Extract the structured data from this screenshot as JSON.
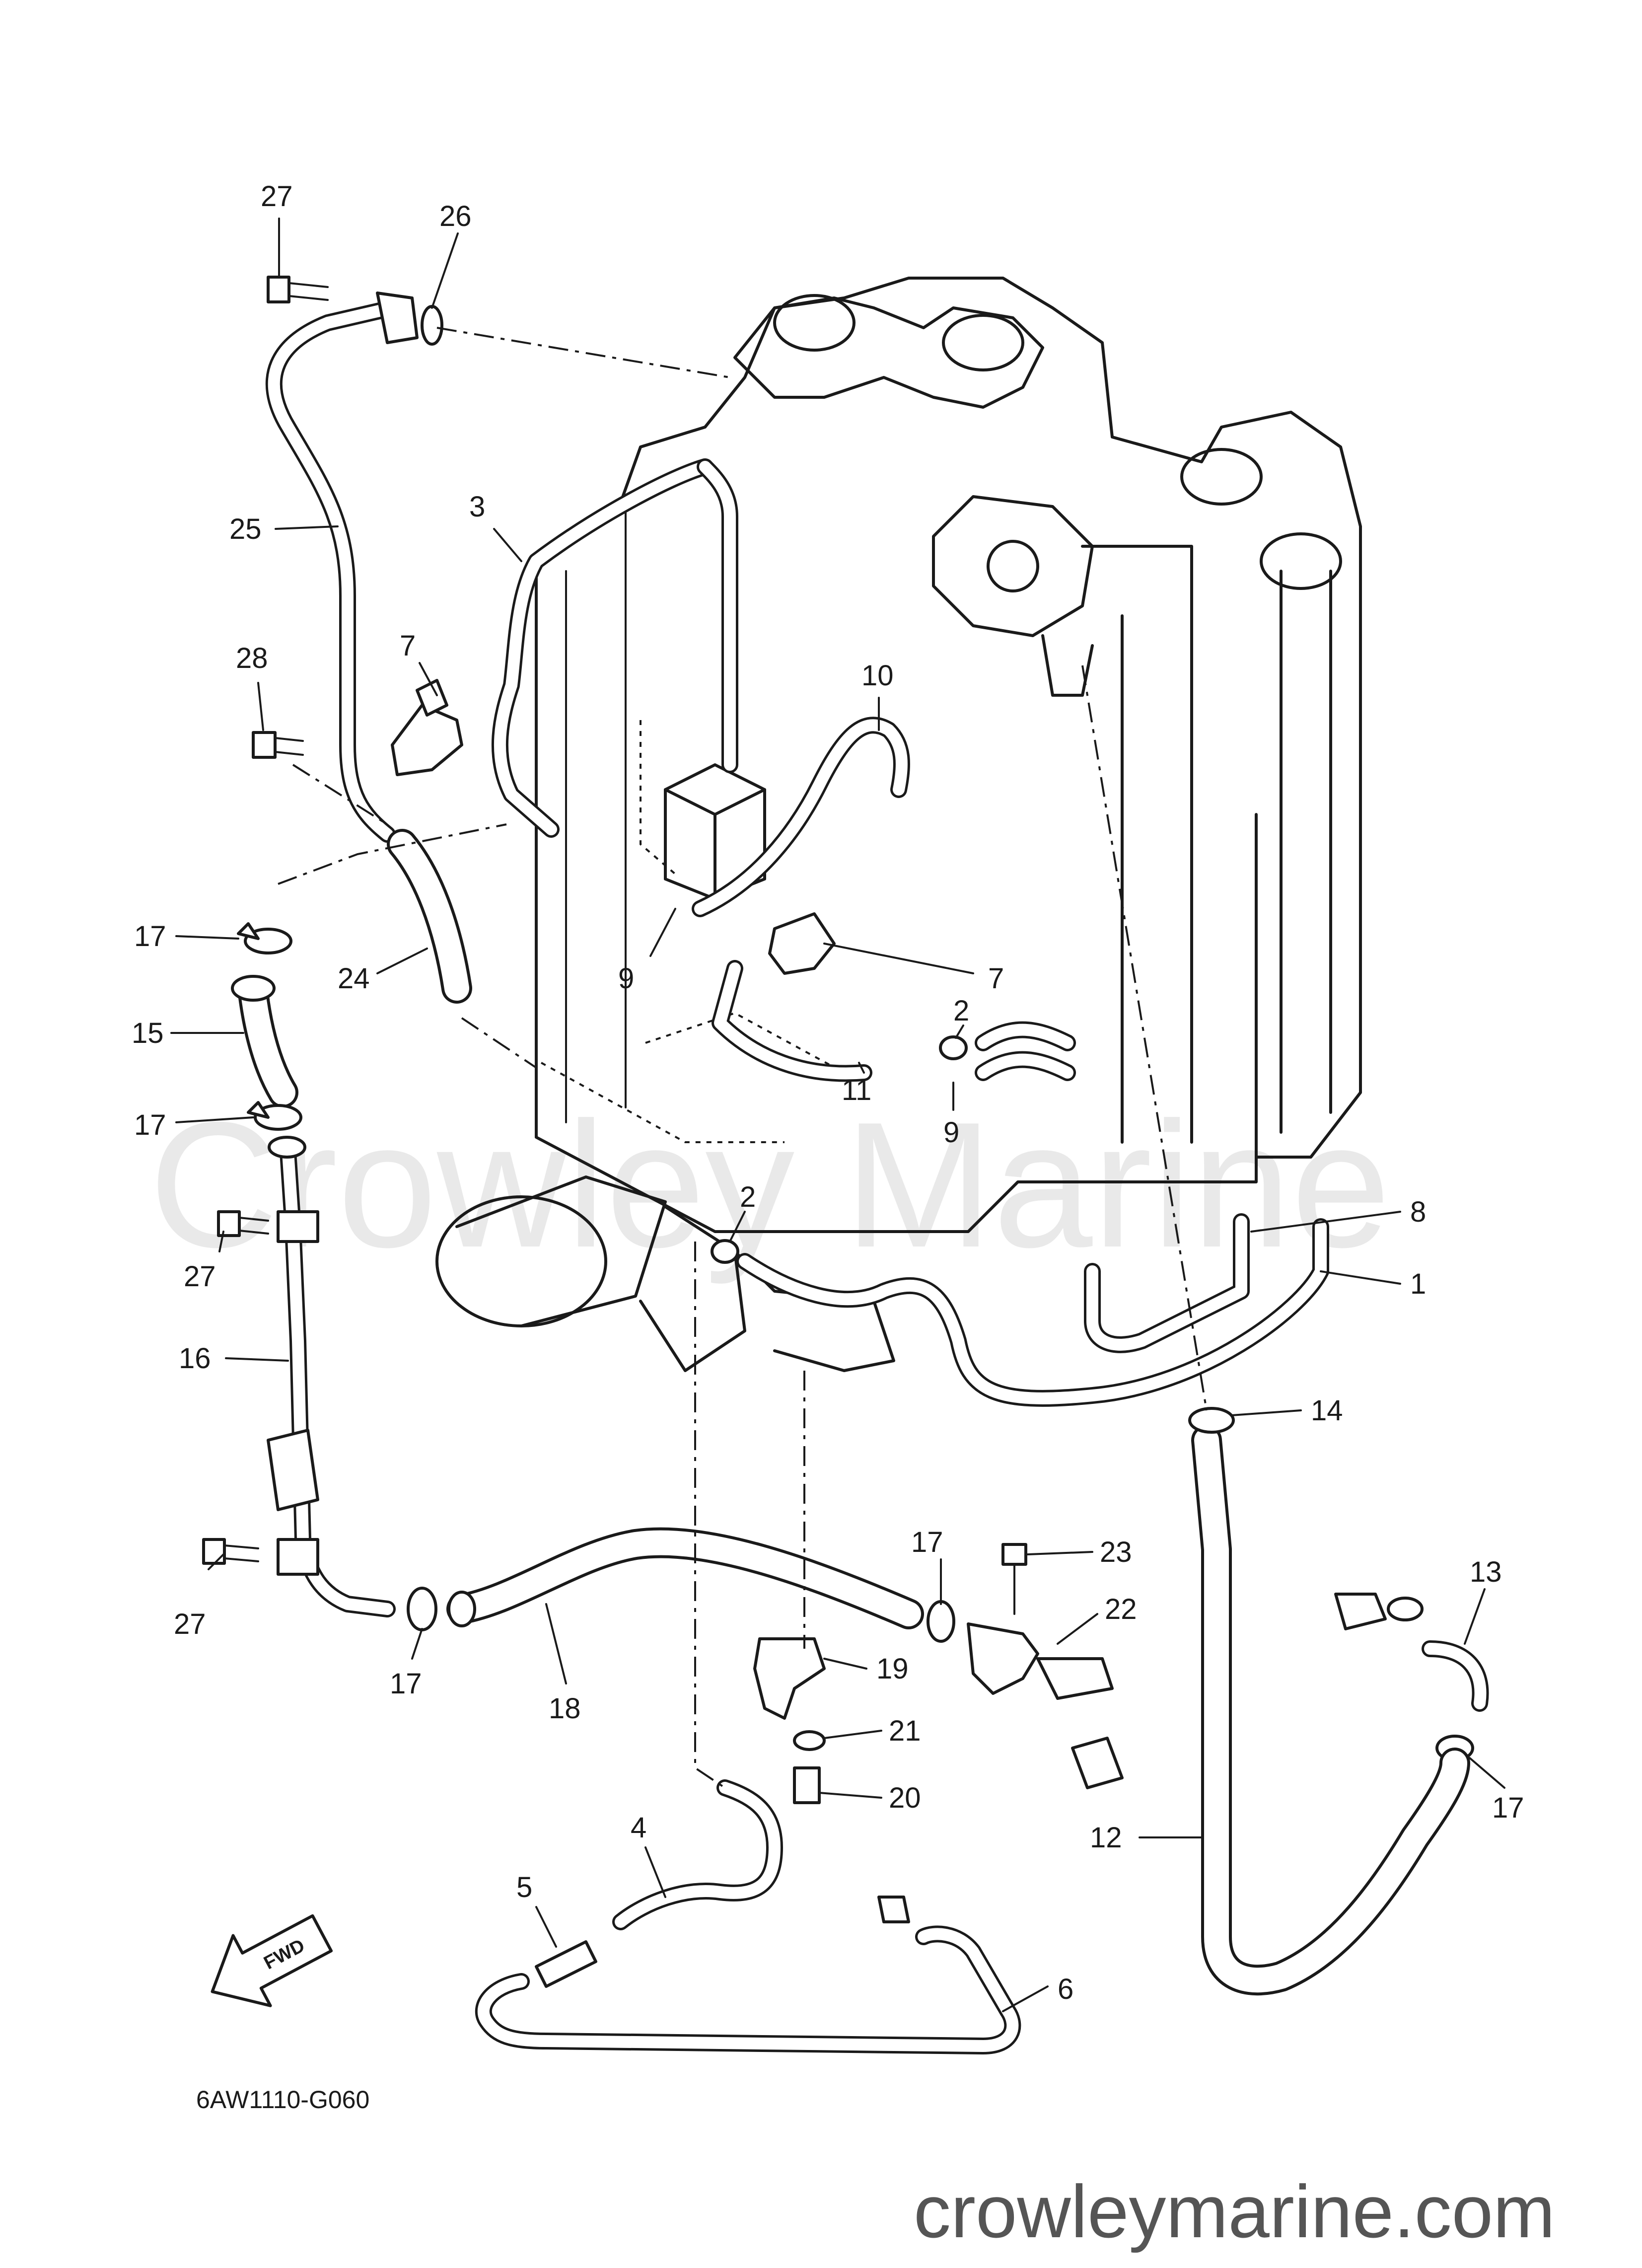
{
  "diagram": {
    "part_code": "6AW1110-G060",
    "direction_label": "FWD",
    "watermark": "Crowley Marine",
    "site": "crowleymarine.com",
    "callouts": [
      {
        "id": "c27a",
        "label": "27"
      },
      {
        "id": "c26",
        "label": "26"
      },
      {
        "id": "c25",
        "label": "25"
      },
      {
        "id": "c3",
        "label": "3"
      },
      {
        "id": "c7a",
        "label": "7"
      },
      {
        "id": "c28",
        "label": "28"
      },
      {
        "id": "c10",
        "label": "10"
      },
      {
        "id": "c17a",
        "label": "17"
      },
      {
        "id": "c24",
        "label": "24"
      },
      {
        "id": "c9a",
        "label": "9"
      },
      {
        "id": "c7b",
        "label": "7"
      },
      {
        "id": "c15",
        "label": "15"
      },
      {
        "id": "c2a",
        "label": "2"
      },
      {
        "id": "c17b",
        "label": "17"
      },
      {
        "id": "c11",
        "label": "11"
      },
      {
        "id": "c9b",
        "label": "9"
      },
      {
        "id": "c2b",
        "label": "2"
      },
      {
        "id": "c27b",
        "label": "27"
      },
      {
        "id": "c8",
        "label": "8"
      },
      {
        "id": "c1",
        "label": "1"
      },
      {
        "id": "c16",
        "label": "16"
      },
      {
        "id": "c14",
        "label": "14"
      },
      {
        "id": "c17c",
        "label": "17"
      },
      {
        "id": "c23",
        "label": "23"
      },
      {
        "id": "c13",
        "label": "13"
      },
      {
        "id": "c27c",
        "label": "27"
      },
      {
        "id": "c22",
        "label": "22"
      },
      {
        "id": "c17d",
        "label": "17"
      },
      {
        "id": "c18",
        "label": "18"
      },
      {
        "id": "c19",
        "label": "19"
      },
      {
        "id": "c21",
        "label": "21"
      },
      {
        "id": "c17e",
        "label": "17"
      },
      {
        "id": "c20",
        "label": "20"
      },
      {
        "id": "c12",
        "label": "12"
      },
      {
        "id": "c4",
        "label": "4"
      },
      {
        "id": "c5",
        "label": "5"
      },
      {
        "id": "c6",
        "label": "6"
      }
    ]
  }
}
